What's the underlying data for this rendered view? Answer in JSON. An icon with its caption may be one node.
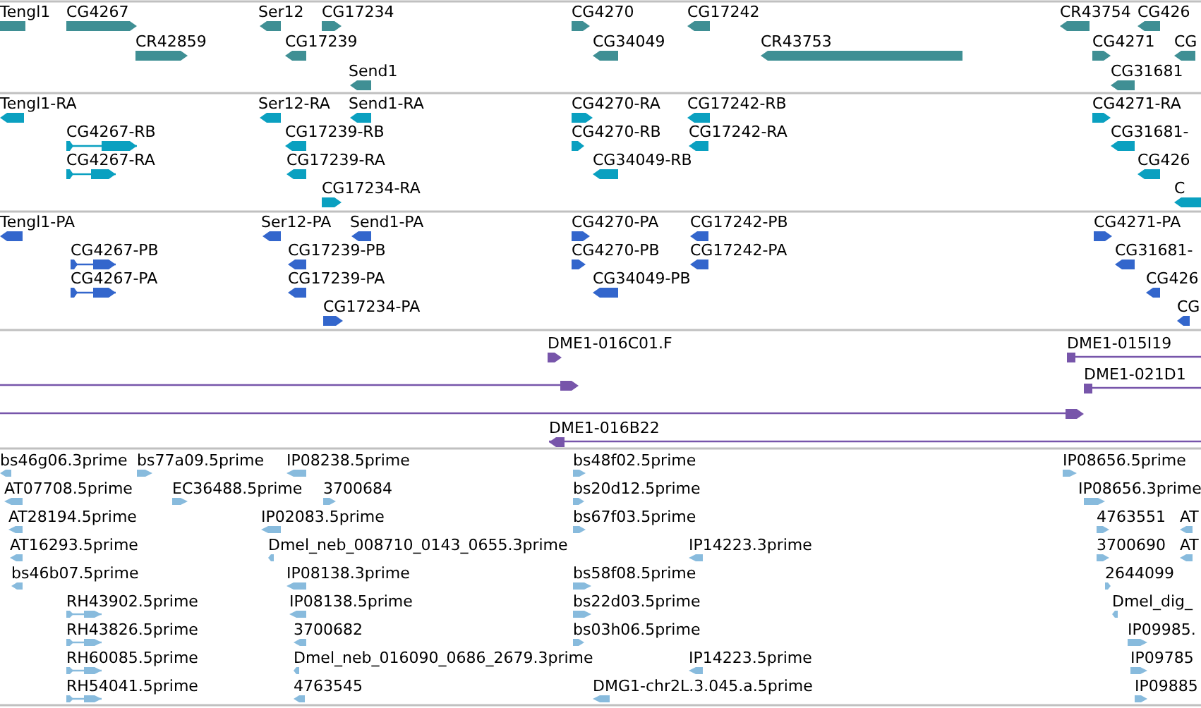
{
  "diagram": {
    "labels": [
      "Tengl1",
      "CG4267",
      "Ser12",
      "CG17234",
      "CG4270",
      "CG17242",
      "CR43754",
      "CG426",
      "CR42859",
      "CG17239",
      "CG34049",
      "CR43753",
      "CG4271",
      "CG",
      "Send1",
      "CG31681",
      "Tengl1-RA",
      "Ser12-RA",
      "Send1-RA",
      "CG4270-RA",
      "CG17242-RB",
      "CG4271-RA",
      "CG4267-RB",
      "CG17239-RB",
      "CG4270-RB",
      "CG17242-RA",
      "CG31681-",
      "CG4267-RA",
      "CG17239-RA",
      "CG34049-RB",
      "CG426",
      "CG17234-RA",
      "C",
      "Tengl1-PA",
      "Ser12-PA",
      "Send1-PA",
      "CG4270-PA",
      "CG17242-PB",
      "CG4271-PA",
      "CG4267-PB",
      "CG17239-PB",
      "CG4270-PB",
      "CG17242-PA",
      "CG31681-",
      "CG4267-PA",
      "CG17239-PA",
      "CG34049-PB",
      "CG426",
      "CG17234-PA",
      "CG",
      "DME1-016C01.F",
      "DME1-015I19",
      "DME1-021D1",
      "DME1-016B22",
      "bs46g06.3prime",
      "bs77a09.5prime",
      "IP08238.5prime",
      "bs48f02.5prime",
      "IP08656.5prime",
      "AT07708.5prime",
      "EC36488.5prime",
      "3700684",
      "bs20d12.5prime",
      "IP08656.3prime",
      "AT28194.5prime",
      "IP02083.5prime",
      "bs67f03.5prime",
      "4763551",
      "AT",
      "AT16293.5prime",
      "Dmel_neb_008710_0143_0655.3prime",
      "IP14223.3prime",
      "3700690",
      "AT",
      "bs46b07.5prime",
      "IP08138.3prime",
      "bs58f08.5prime",
      "2644099",
      "RH43902.5prime",
      "IP08138.5prime",
      "bs22d03.5prime",
      "Dmel_dig_",
      "RH43826.5prime",
      "3700682",
      "bs03h06.5prime",
      "IP09985.",
      "RH60085.5prime",
      "Dmel_neb_016090_0686_2679.3prime",
      "IP14223.5prime",
      "IP09785",
      "RH54041.5prime",
      "4763545",
      "DMG1-chr2L.3.045.a.5prime",
      "IP09885"
    ]
  }
}
